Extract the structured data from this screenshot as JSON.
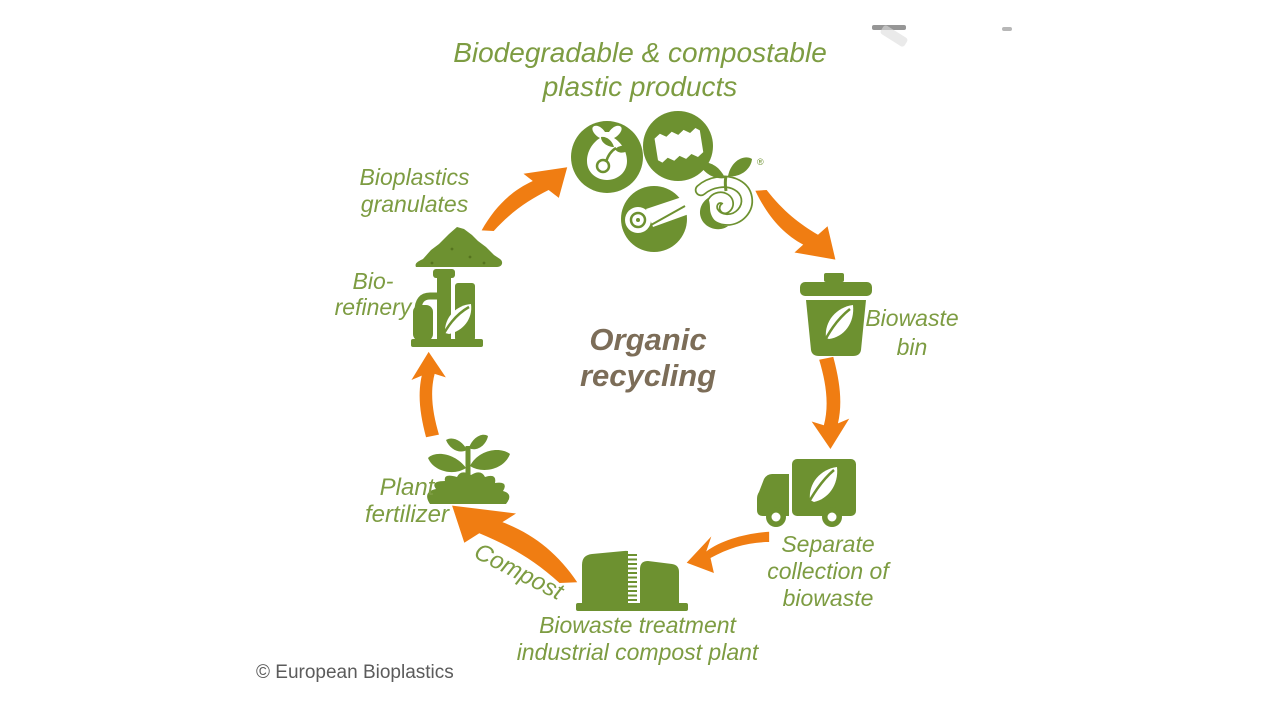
{
  "colors": {
    "icon_green": "#6d9130",
    "text_green": "#7d9c42",
    "arrow_orange": "#f07d12",
    "center_text_brown": "#7c6d58",
    "copyright_gray": "#5b5b5b",
    "background": "#ffffff"
  },
  "title": {
    "line1": "Biodegradable & compostable",
    "line2": "plastic products"
  },
  "center": {
    "line1": "Organic",
    "line2": "recycling"
  },
  "labels": {
    "granulates": {
      "line1": "Bioplastics",
      "line2": "granulates"
    },
    "refinery": {
      "line1": "Bio-",
      "line2": "refinery"
    },
    "bin": {
      "line1": "Biowaste",
      "line2": "bin"
    },
    "collection": {
      "line1": "Separate",
      "line2": "collection of",
      "line3": "biowaste"
    },
    "treatment": {
      "line1": "Biowaste treatment",
      "line2": "industrial compost plant"
    },
    "fertilizer": {
      "line1": "Plant",
      "line2": "fertilizer"
    },
    "compost": "Compost"
  },
  "logo_registered_mark": "®",
  "copyright": "© European Bioplastics",
  "cycle_order": [
    "Biodegradable & compostable plastic products",
    "Biowaste bin",
    "Separate collection of biowaste",
    "Biowaste treatment industrial compost plant",
    "Compost",
    "Plant fertilizer",
    "Bio-refinery",
    "Bioplastics granulates"
  ]
}
